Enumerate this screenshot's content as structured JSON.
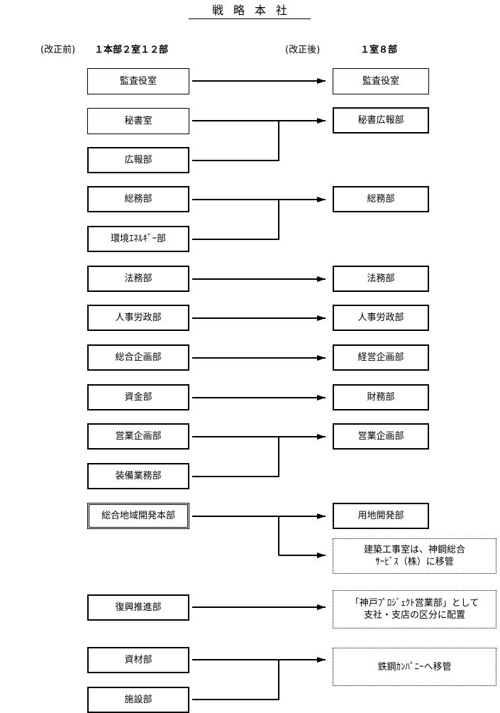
{
  "title": "戦略本社",
  "headers": {
    "before_label": "(改正前)",
    "before_summary": "１本部２室１２部",
    "after_label": "(改正後)",
    "after_summary": "１室８部"
  },
  "before_units": {
    "kansa": "監査役室",
    "hisho": "秘書室",
    "kouhou": "広報部",
    "soumu": "総務部",
    "kankyou": "環境ｴﾈﾙｷﾞｰ部",
    "houmu": "法務部",
    "jinji": "人事労政部",
    "sougou_kikaku": "総合企画部",
    "shikin": "資金部",
    "eigyou_kikaku": "営業企画部",
    "soubi": "装備業務部",
    "chiiki": "総合地域開発本部",
    "fukkou": "復興推進部",
    "shizai": "資材部",
    "shisetsu": "施設部"
  },
  "after_units": {
    "kansa": "監査役室",
    "hisho_kouhou": "秘書広報部",
    "soumu": "総務部",
    "houmu": "法務部",
    "jinji": "人事労政部",
    "keiei_kikaku": "経営企画部",
    "zaimu": "財務部",
    "eigyou_kikaku": "営業企画部",
    "youchi": "用地開発部"
  },
  "notes": {
    "kenchiku": "建築工事室は、神鋼総合\nｻｰﾋﾞｽ（株）に移管",
    "kobe_project": "「神戸ﾌﾟﾛｼﾞｪｸﾄ営業部」として\n支社・支店の区分に配置",
    "tekkou": "鉄鋼ｶﾝﾊﾟﾆｰへ移管"
  }
}
